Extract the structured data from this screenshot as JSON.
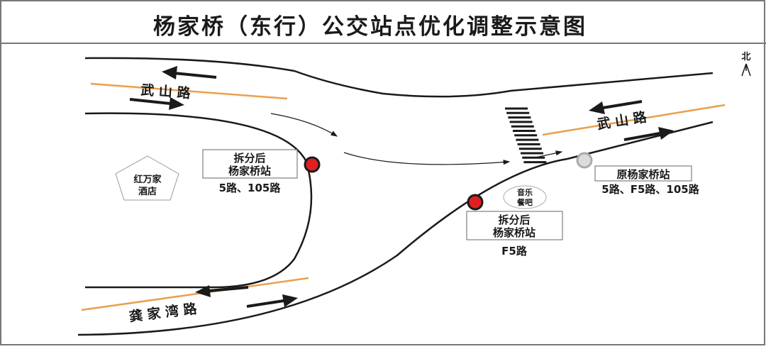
{
  "title": "杨家桥（东行）公交站点优化调整示意图",
  "compass": "北",
  "roads": {
    "wushan_left": "武 山 路",
    "wushan_right": "武 山 路",
    "gongjiawan": "龚 家 湾 路"
  },
  "landmarks": {
    "hotel_line1": "红万家",
    "hotel_line2": "酒店",
    "music_line1": "音乐",
    "music_line2": "餐吧"
  },
  "stops": [
    {
      "label_line1": "拆分后",
      "label_line2": "杨家桥站",
      "routes": "5路、105路",
      "color": "#e02020"
    },
    {
      "label_line1": "拆分后",
      "label_line2": "杨家桥站",
      "routes": "F5路",
      "color": "#e02020"
    },
    {
      "label_line1": "原杨家桥站",
      "routes": "5路、F5路、105路",
      "color": "#cccccc"
    }
  ],
  "colors": {
    "road_center": "#e8a050",
    "line": "#1a1a1a"
  }
}
